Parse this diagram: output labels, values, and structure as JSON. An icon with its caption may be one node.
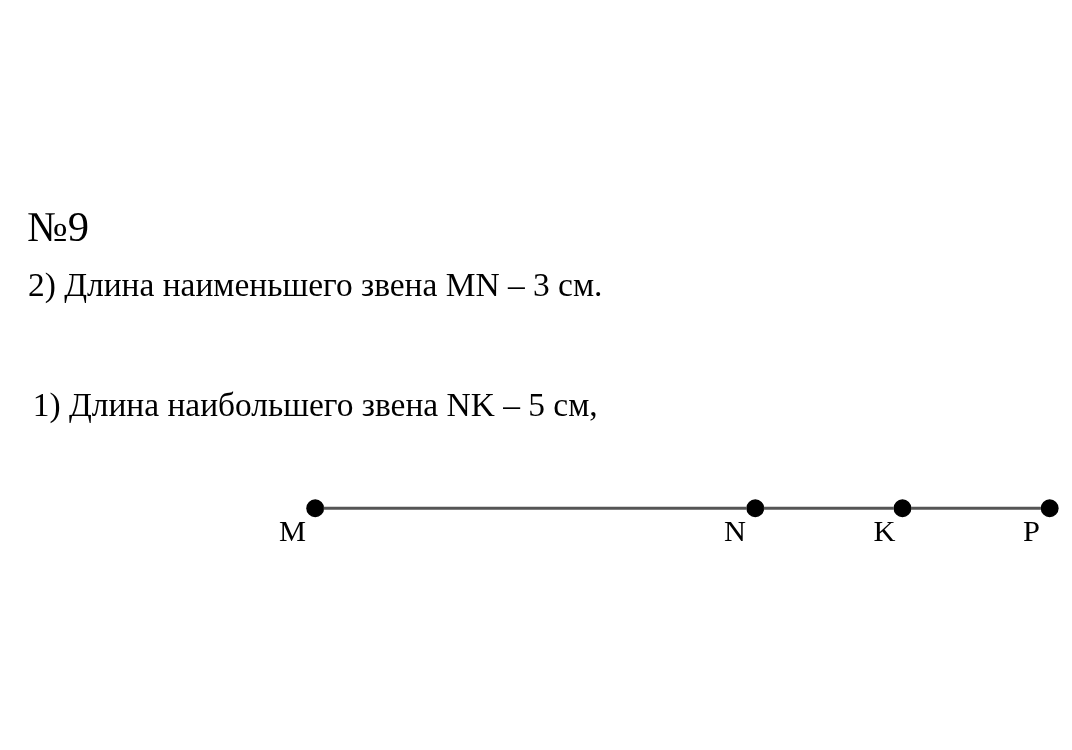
{
  "diagram": {
    "title": "№9",
    "nodes": [
      {
        "text": [],
        "shape": "circle",
        "beside": [
          "M"
        ]
      },
      {
        "text": [],
        "shape": "circle",
        "beside": [
          "N"
        ]
      },
      {
        "text": [],
        "shape": "circle",
        "beside": [
          "K"
        ]
      },
      {
        "text": [],
        "shape": "circle",
        "beside": [
          "P"
        ]
      }
    ],
    "edges": [
      {
        "from": 0,
        "to": 1,
        "arrow": "none"
      },
      {
        "from": 1,
        "to": 2,
        "arrow": "none"
      },
      {
        "from": 2,
        "to": 3,
        "arrow": "none"
      }
    ],
    "labels": [
      "1) Длина наибольшего звена NK – 5 см,",
      "2) Длина наименьшего звена MN – 3 см."
    ]
  }
}
